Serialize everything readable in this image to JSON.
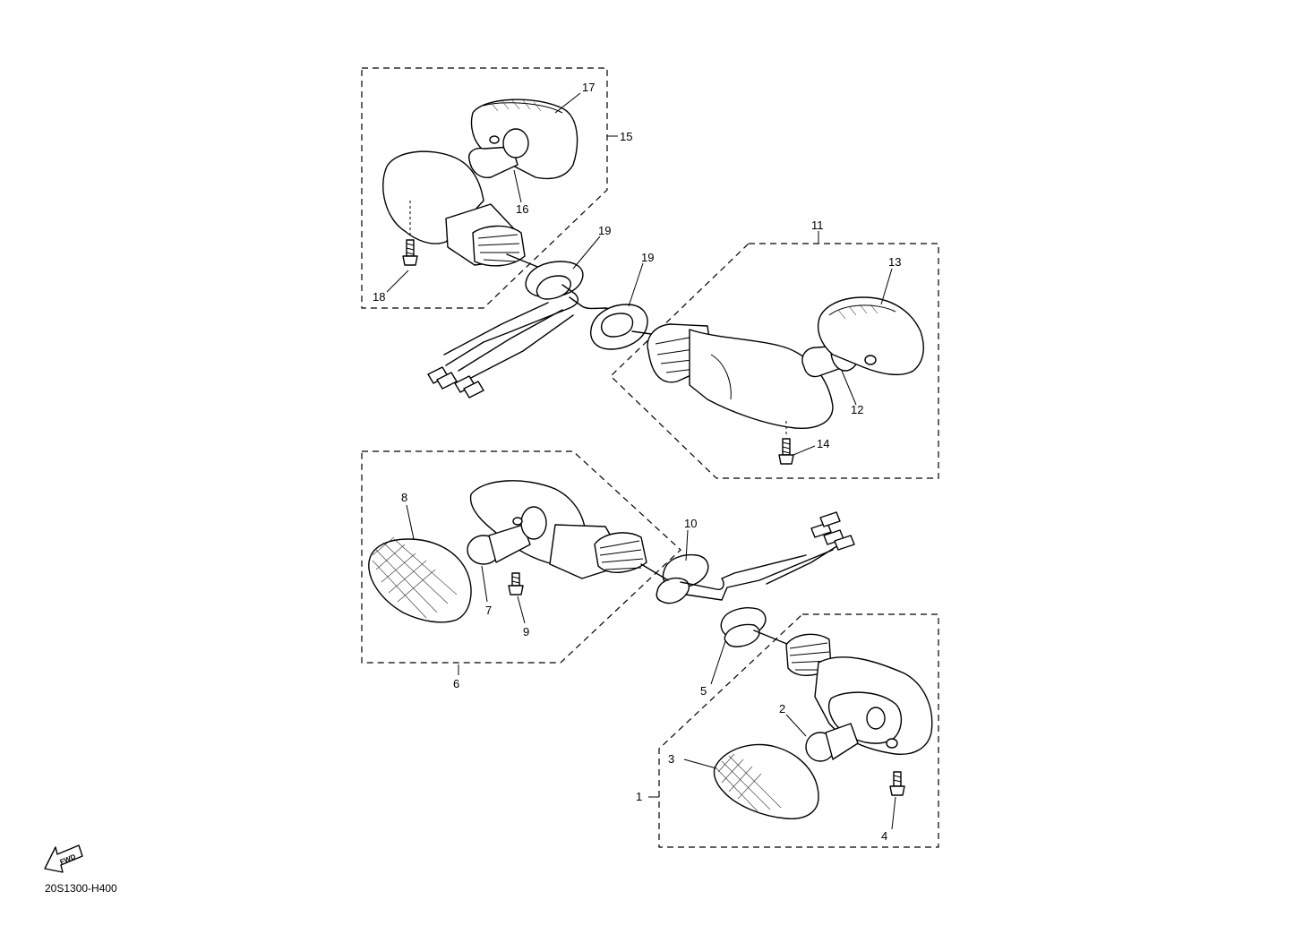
{
  "diagram": {
    "callouts": [
      "1",
      "2",
      "3",
      "4",
      "5",
      "6",
      "7",
      "8",
      "9",
      "10",
      "11",
      "12",
      "13",
      "14",
      "15",
      "16",
      "17",
      "18",
      "19"
    ],
    "repeat_label": "19",
    "fwd_label": "FWD",
    "code": "20S1300-H400"
  }
}
